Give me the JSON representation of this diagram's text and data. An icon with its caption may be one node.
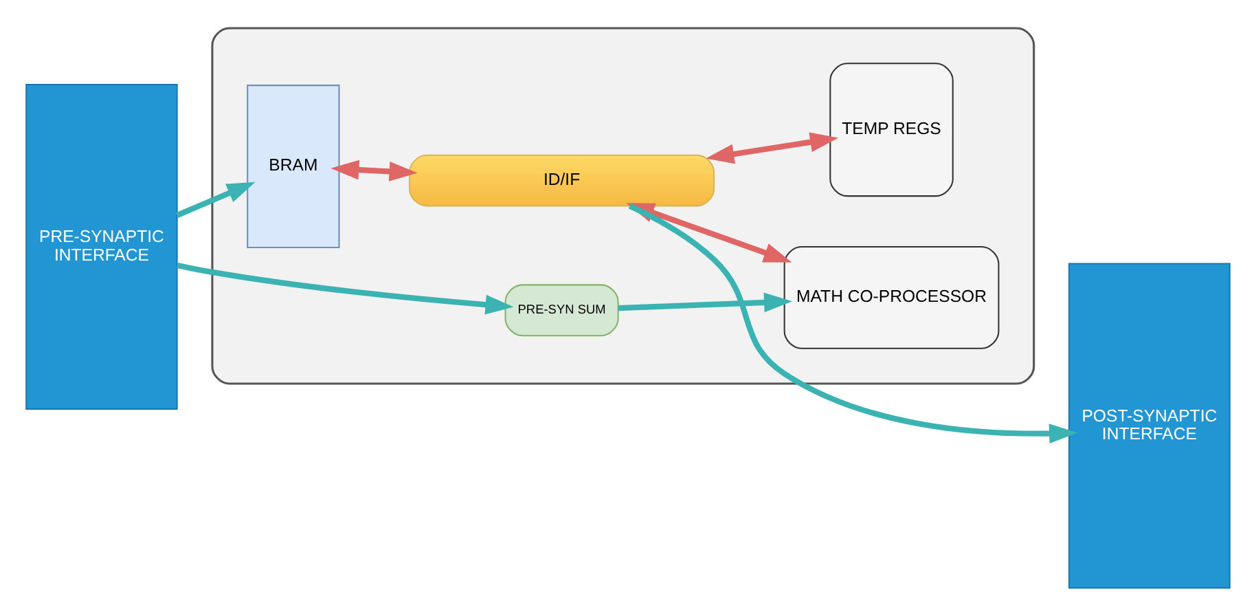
{
  "diagram": {
    "nodes": [
      {
        "text": [],
        "shape": "box"
      },
      {
        "text": [
          "PRE-SYNAPTIC INTERFACE"
        ]
      },
      {
        "text": [
          "BRAM"
        ],
        "in": 0
      },
      {
        "text": [
          "ID/IF"
        ],
        "in": 0
      },
      {
        "text": [
          "TEMP REGS"
        ],
        "in": 0
      },
      {
        "text": [
          "MATH CO-PROCESSOR"
        ],
        "in": 0
      },
      {
        "text": [
          "PRE-SYN SUM"
        ],
        "in": 0
      },
      {
        "text": [
          "POST-SYNAPTIC INTERFACE"
        ]
      }
    ],
    "edges": [
      {
        "from": 1,
        "to": 2,
        "arrow": "to"
      },
      {
        "from": 1,
        "to": 6,
        "arrow": "to"
      },
      {
        "from": 2,
        "to": 3,
        "arrow": "both",
        "color": "#e06666"
      },
      {
        "from": 3,
        "to": 4,
        "arrow": "both",
        "color": "#e06666"
      },
      {
        "from": 3,
        "to": 5,
        "arrow": "both",
        "color": "#e06666"
      },
      {
        "from": 3,
        "to": 7,
        "arrow": "to"
      },
      {
        "from": 6,
        "to": 5,
        "arrow": "to"
      }
    ]
  }
}
